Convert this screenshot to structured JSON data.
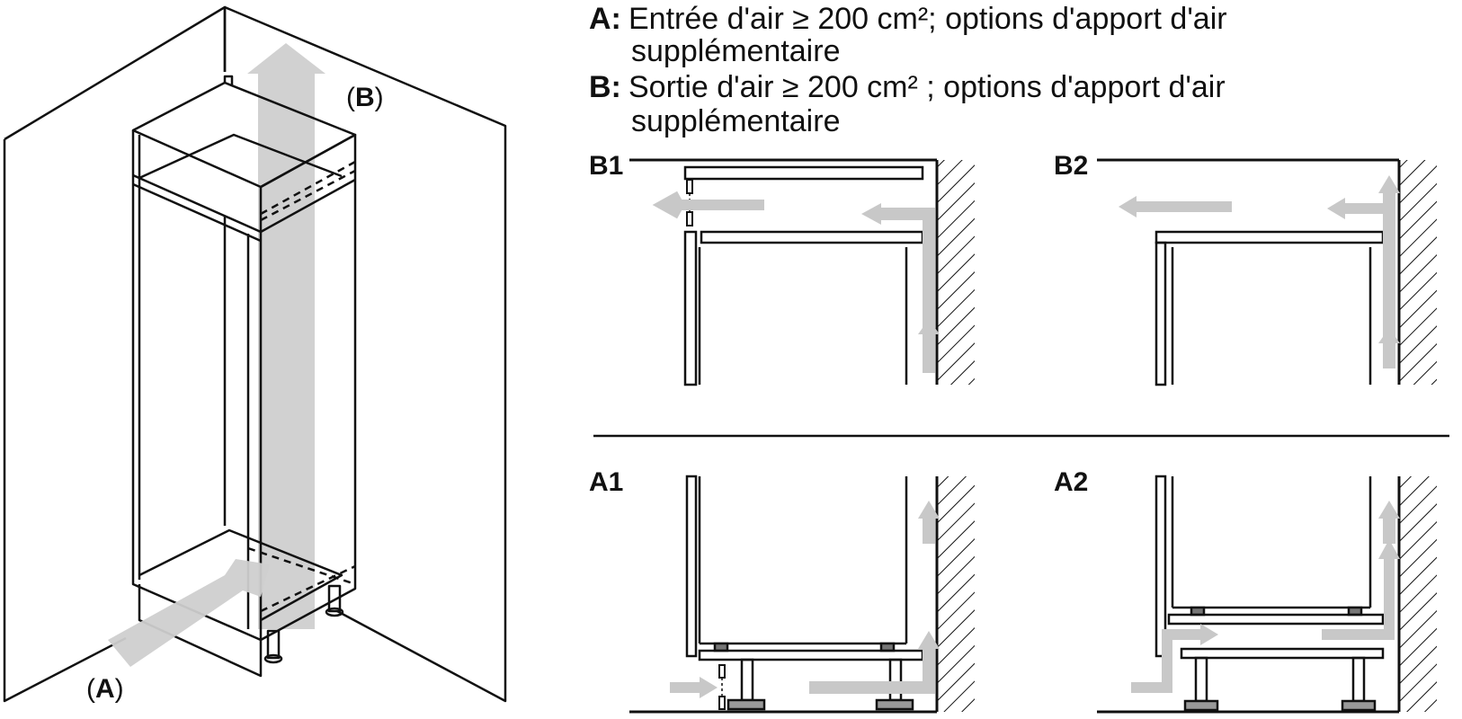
{
  "legend": {
    "a_key": "A:",
    "a_text": "Entrée d'air ≥ 200 cm²; options d'apport d'air",
    "a_cont": "supplémentaire",
    "b_key": "B:",
    "b_text": "Sortie d'air ≥ 200 cm² ; options d'apport d'air",
    "b_cont": "supplémentaire"
  },
  "panels": {
    "b1": "B1",
    "b2": "B2",
    "a1": "A1",
    "a2": "A2"
  },
  "callouts": {
    "a_letter": "A",
    "b_letter": "B",
    "open_paren": "(",
    "close_paren": ")"
  },
  "colors": {
    "line": "#111111",
    "arrow": "#c8c8c8",
    "background": "#ffffff"
  }
}
